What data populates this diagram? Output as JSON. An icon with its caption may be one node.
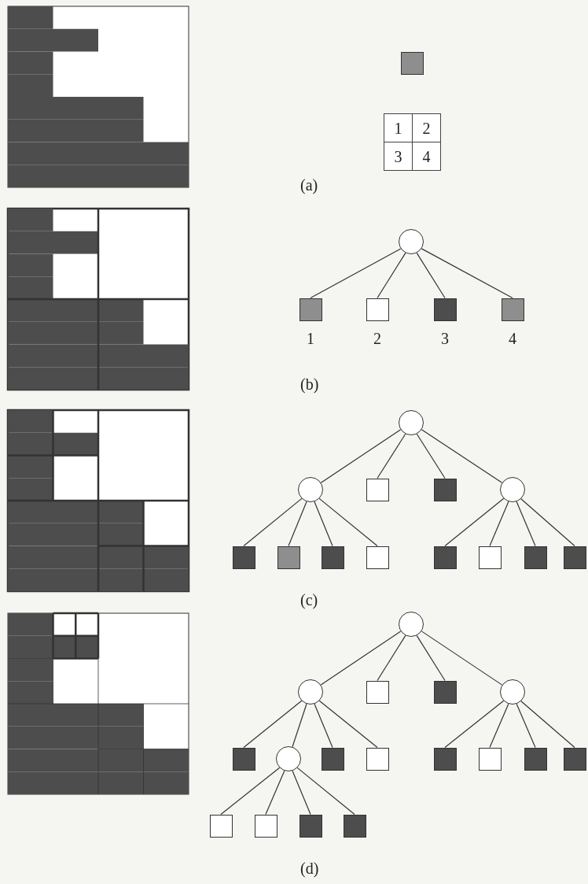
{
  "diagram": {
    "nodes": [
      {
        "text": [],
        "shape": "box"
      },
      {
        "text": [],
        "shape": "circle"
      },
      {
        "text": [],
        "shape": "box",
        "beside": [
          "1"
        ]
      },
      {
        "text": [],
        "shape": "box",
        "beside": [
          "2"
        ]
      },
      {
        "text": [],
        "shape": "box",
        "beside": [
          "3"
        ]
      },
      {
        "text": [],
        "shape": "box",
        "beside": [
          "4"
        ]
      },
      {
        "text": [],
        "shape": "circle"
      },
      {
        "text": [],
        "shape": "circle"
      },
      {
        "text": [],
        "shape": "box"
      },
      {
        "text": [],
        "shape": "box"
      },
      {
        "text": [],
        "shape": "circle"
      },
      {
        "text": [],
        "shape": "box"
      },
      {
        "text": [],
        "shape": "box"
      },
      {
        "text": [],
        "shape": "box"
      },
      {
        "text": [],
        "shape": "box"
      },
      {
        "text": [],
        "shape": "box"
      },
      {
        "text": [],
        "shape": "box"
      },
      {
        "text": [],
        "shape": "box"
      },
      {
        "text": [],
        "shape": "box"
      },
      {
        "text": [],
        "shape": "circle"
      },
      {
        "text": [],
        "shape": "circle"
      },
      {
        "text": [],
        "shape": "box"
      },
      {
        "text": [],
        "shape": "box"
      },
      {
        "text": [],
        "shape": "circle"
      },
      {
        "text": [],
        "shape": "box"
      },
      {
        "text": [],
        "shape": "circle"
      },
      {
        "text": [],
        "shape": "box"
      },
      {
        "text": [],
        "shape": "box"
      },
      {
        "text": [],
        "shape": "box"
      },
      {
        "text": [],
        "shape": "box"
      },
      {
        "text": [],
        "shape": "box"
      },
      {
        "text": [],
        "shape": "box"
      },
      {
        "text": [],
        "shape": "box"
      },
      {
        "text": [],
        "shape": "box"
      },
      {
        "text": [],
        "shape": "box"
      },
      {
        "text": [],
        "shape": "box"
      }
    ],
    "edges": [
      {
        "from": 1,
        "to": 2,
        "arrow": "none"
      },
      {
        "from": 1,
        "to": 3,
        "arrow": "none"
      },
      {
        "from": 1,
        "to": 4,
        "arrow": "none"
      },
      {
        "from": 1,
        "to": 5,
        "arrow": "none"
      },
      {
        "from": 6,
        "to": 7,
        "arrow": "none"
      },
      {
        "from": 6,
        "to": 8,
        "arrow": "none"
      },
      {
        "from": 6,
        "to": 9,
        "arrow": "none"
      },
      {
        "from": 6,
        "to": 10,
        "arrow": "none"
      },
      {
        "from": 7,
        "to": 11,
        "arrow": "none"
      },
      {
        "from": 7,
        "to": 12,
        "arrow": "none"
      },
      {
        "from": 7,
        "to": 13,
        "arrow": "none"
      },
      {
        "from": 7,
        "to": 14,
        "arrow": "none"
      },
      {
        "from": 10,
        "to": 15,
        "arrow": "none"
      },
      {
        "from": 10,
        "to": 16,
        "arrow": "none"
      },
      {
        "from": 10,
        "to": 17,
        "arrow": "none"
      },
      {
        "from": 10,
        "to": 18,
        "arrow": "none"
      },
      {
        "from": 19,
        "to": 20,
        "arrow": "none"
      },
      {
        "from": 19,
        "to": 21,
        "arrow": "none"
      },
      {
        "from": 19,
        "to": 22,
        "arrow": "none"
      },
      {
        "from": 19,
        "to": 23,
        "arrow": "none"
      },
      {
        "from": 20,
        "to": 24,
        "arrow": "none"
      },
      {
        "from": 20,
        "to": 25,
        "arrow": "none"
      },
      {
        "from": 20,
        "to": 26,
        "arrow": "none"
      },
      {
        "from": 20,
        "to": 27,
        "arrow": "none"
      },
      {
        "from": 23,
        "to": 28,
        "arrow": "none"
      },
      {
        "from": 23,
        "to": 29,
        "arrow": "none"
      },
      {
        "from": 23,
        "to": 30,
        "arrow": "none"
      },
      {
        "from": 23,
        "to": 31,
        "arrow": "none"
      },
      {
        "from": 25,
        "to": 32,
        "arrow": "none"
      },
      {
        "from": 25,
        "to": 33,
        "arrow": "none"
      },
      {
        "from": 25,
        "to": 34,
        "arrow": "none"
      },
      {
        "from": 25,
        "to": 35,
        "arrow": "none"
      }
    ],
    "labels": [
      "1",
      "2",
      "3",
      "4",
      "(a)",
      "(b)",
      "(c)",
      "(d)"
    ]
  }
}
